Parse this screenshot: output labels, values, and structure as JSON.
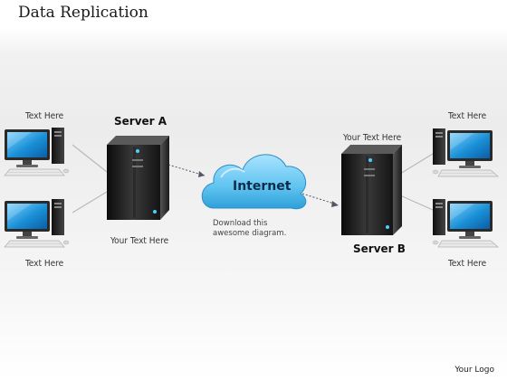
{
  "title": "Data Replication",
  "server_a": {
    "label": "Server A",
    "caption": "Your Text Here"
  },
  "server_b": {
    "label": "Server B",
    "caption": "Your Text Here"
  },
  "cloud": {
    "label": "Internet",
    "description": "Download this awesome diagram."
  },
  "clients": {
    "top_left": "Text Here",
    "bottom_left": "Text Here",
    "top_right": "Text Here",
    "bottom_right": "Text Here"
  },
  "logo": "Your Logo",
  "colors": {
    "screen": "#1a8fd6",
    "cloud": "#5fc3f0",
    "server": "#222222"
  }
}
